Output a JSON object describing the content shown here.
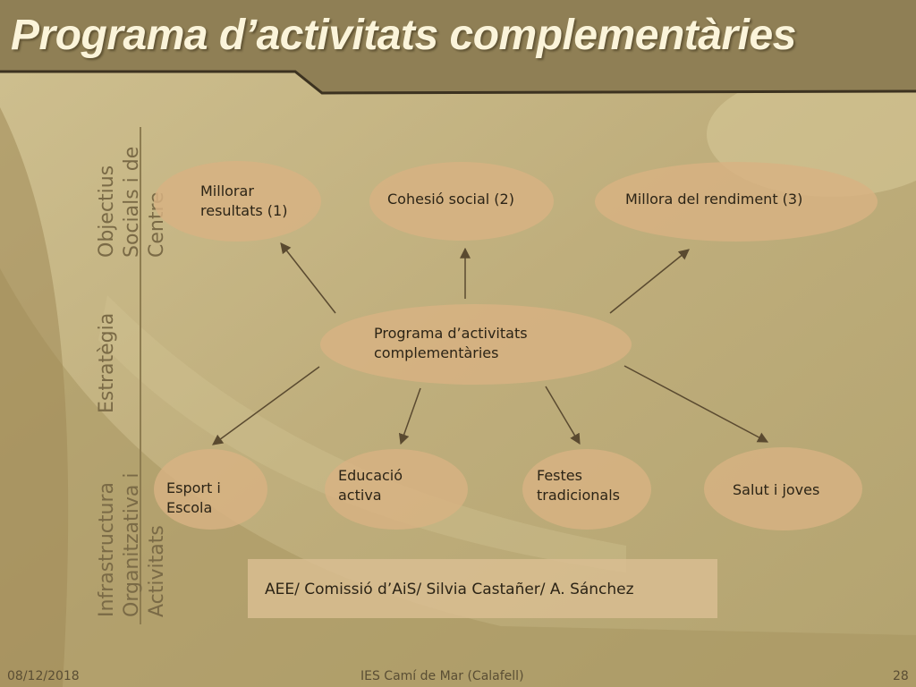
{
  "slide": {
    "title": "Programa d’activitats complementàries",
    "footer": {
      "date": "08/12/2018",
      "center": "IES Camí de Mar (Calafell)",
      "page": "28"
    }
  },
  "side_labels": {
    "objectives": [
      "Objectius",
      "Socials i de",
      "Centre"
    ],
    "strategy": [
      "Estratègia"
    ],
    "infrastructure": [
      "Infrastructura",
      "Organitzativa i",
      "Activitats"
    ]
  },
  "diagram": {
    "objectives": [
      [
        "Millorar",
        "resultats (1)"
      ],
      [
        "Cohesió social (2)"
      ],
      [
        "Millora del rendiment (3)"
      ]
    ],
    "center": [
      "Programa d’activitats",
      "complementàries"
    ],
    "activities": [
      [
        "Esport i",
        "Escola"
      ],
      [
        "Educació",
        "activa"
      ],
      [
        "Festes",
        "tradicionals"
      ],
      [
        "Salut i joves"
      ]
    ],
    "responsible": "AEE/  Comissió d’AiS/ Silvia Castañer/ A. Sánchez"
  },
  "colors": {
    "title_bar": "#8f7f55",
    "ellipse": "#d8b282",
    "arrow": "#5a4a30",
    "title_text": "#fbf4da"
  }
}
